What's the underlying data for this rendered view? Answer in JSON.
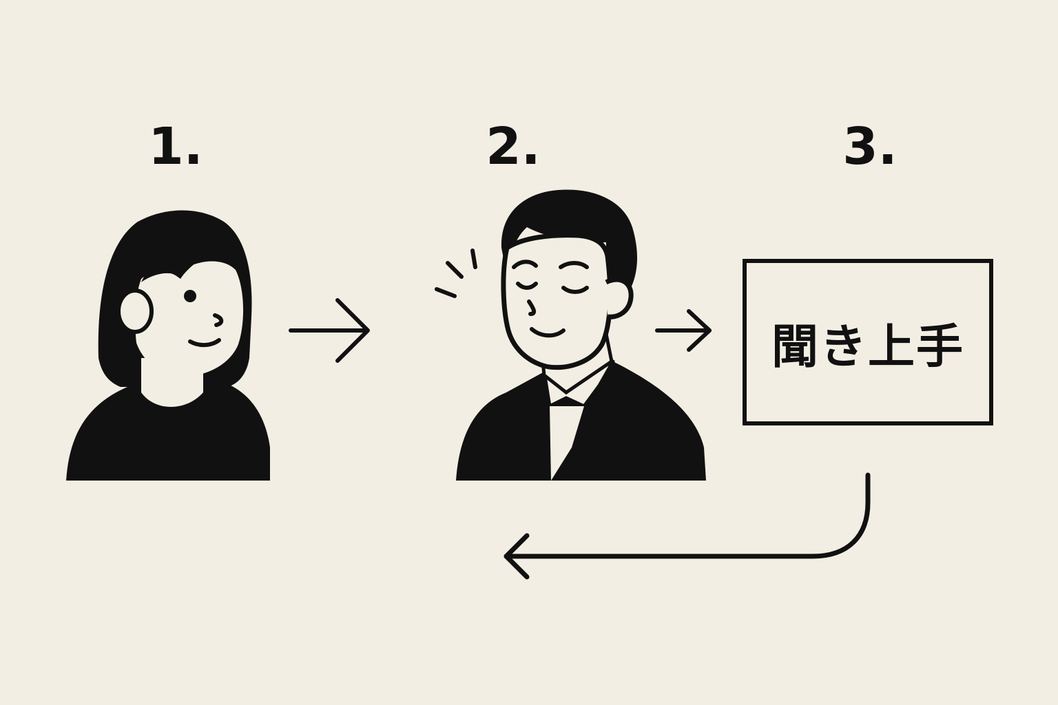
{
  "steps": [
    {
      "number": "1.",
      "figure": "woman-avatar-icon"
    },
    {
      "number": "2.",
      "figure": "man-listening-icon"
    },
    {
      "number": "3.",
      "figure": "result-box"
    }
  ],
  "result": {
    "label": "聞き上手"
  },
  "colors": {
    "background": "#f3eee3",
    "ink": "#111111"
  }
}
